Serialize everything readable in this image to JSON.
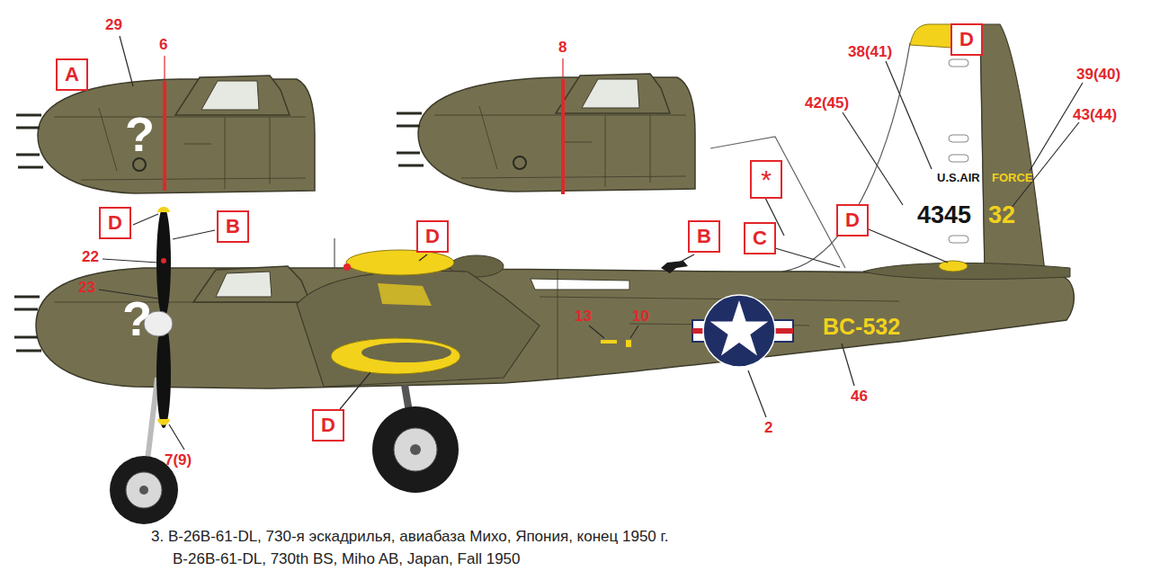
{
  "diagram": {
    "caption": "3. B-26B-61-DL, 730-я эскадрилья, авиабаза Михо, Япония, конец 1950 г.",
    "nodes": [
      {
        "text": [
          "A"
        ]
      },
      {
        "text": [
          "D"
        ]
      },
      {
        "text": [
          "*"
        ]
      },
      {
        "text": [
          "D"
        ]
      },
      {
        "text": [
          "B"
        ]
      },
      {
        "text": [
          "D"
        ]
      },
      {
        "text": [
          "B"
        ]
      },
      {
        "text": [
          "C"
        ]
      },
      {
        "text": [
          "D"
        ]
      },
      {
        "text": [
          "D"
        ]
      }
    ],
    "labels": [
      "29",
      "6",
      "?",
      "8",
      "38(41)",
      "39(40)",
      "42(45)",
      "43(44)",
      "U.S.AIR",
      "FORCE",
      "4345",
      "32",
      "22",
      "23",
      "?",
      "13",
      "10",
      "BC-532",
      "2",
      "46",
      "7(9)",
      "B-26B-61-DL, 730th BS, Miho AB, Japan, Fall 1950"
    ]
  }
}
